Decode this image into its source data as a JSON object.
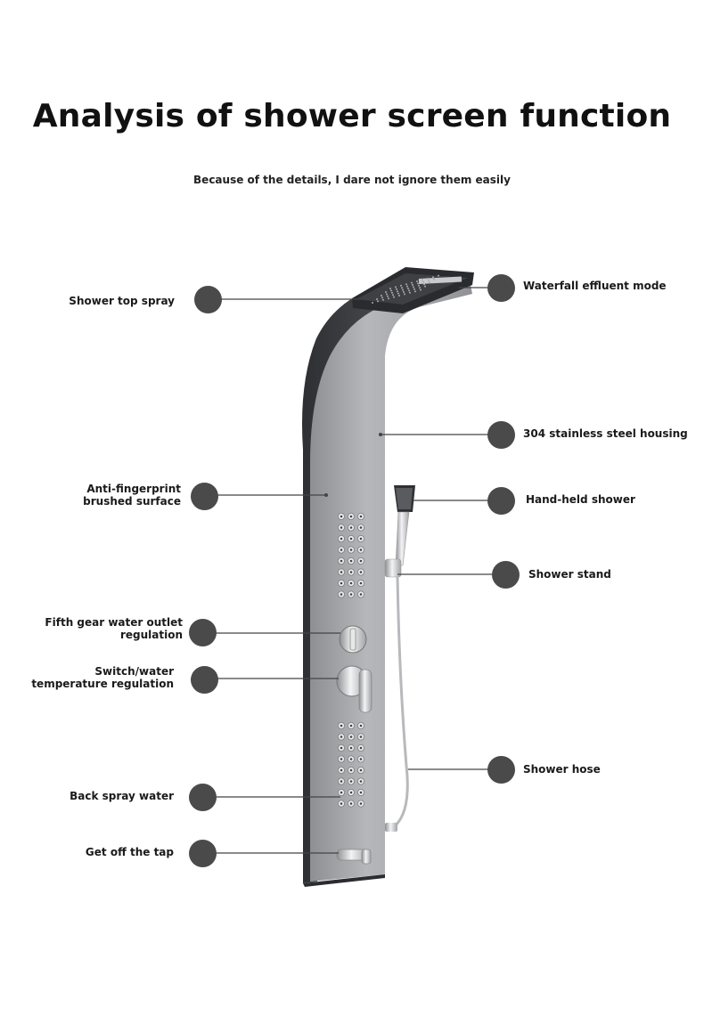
{
  "title": "Analysis of shower screen function",
  "subtitle": "Because of the details, I dare not ignore them easily",
  "callouts_left": [
    {
      "label": "Shower top spray"
    },
    {
      "label": "Anti-fingerprint brushed surface"
    },
    {
      "label": "Fifth gear water outlet regulation"
    },
    {
      "label": "Switch/water temperature regulation"
    },
    {
      "label": "Back spray water"
    },
    {
      "label": "Get off the tap"
    }
  ],
  "callouts_right": [
    {
      "label": "Waterfall effluent mode"
    },
    {
      "label": "304 stainless steel housing"
    },
    {
      "label": "Hand-held shower"
    },
    {
      "label": "Shower stand"
    },
    {
      "label": "Shower hose"
    }
  ],
  "colors": {
    "dot": "#4a4a4a",
    "panel_dark": "#3c3d40",
    "panel_steel": "#a9aaad",
    "chrome": "#d9dadc"
  }
}
